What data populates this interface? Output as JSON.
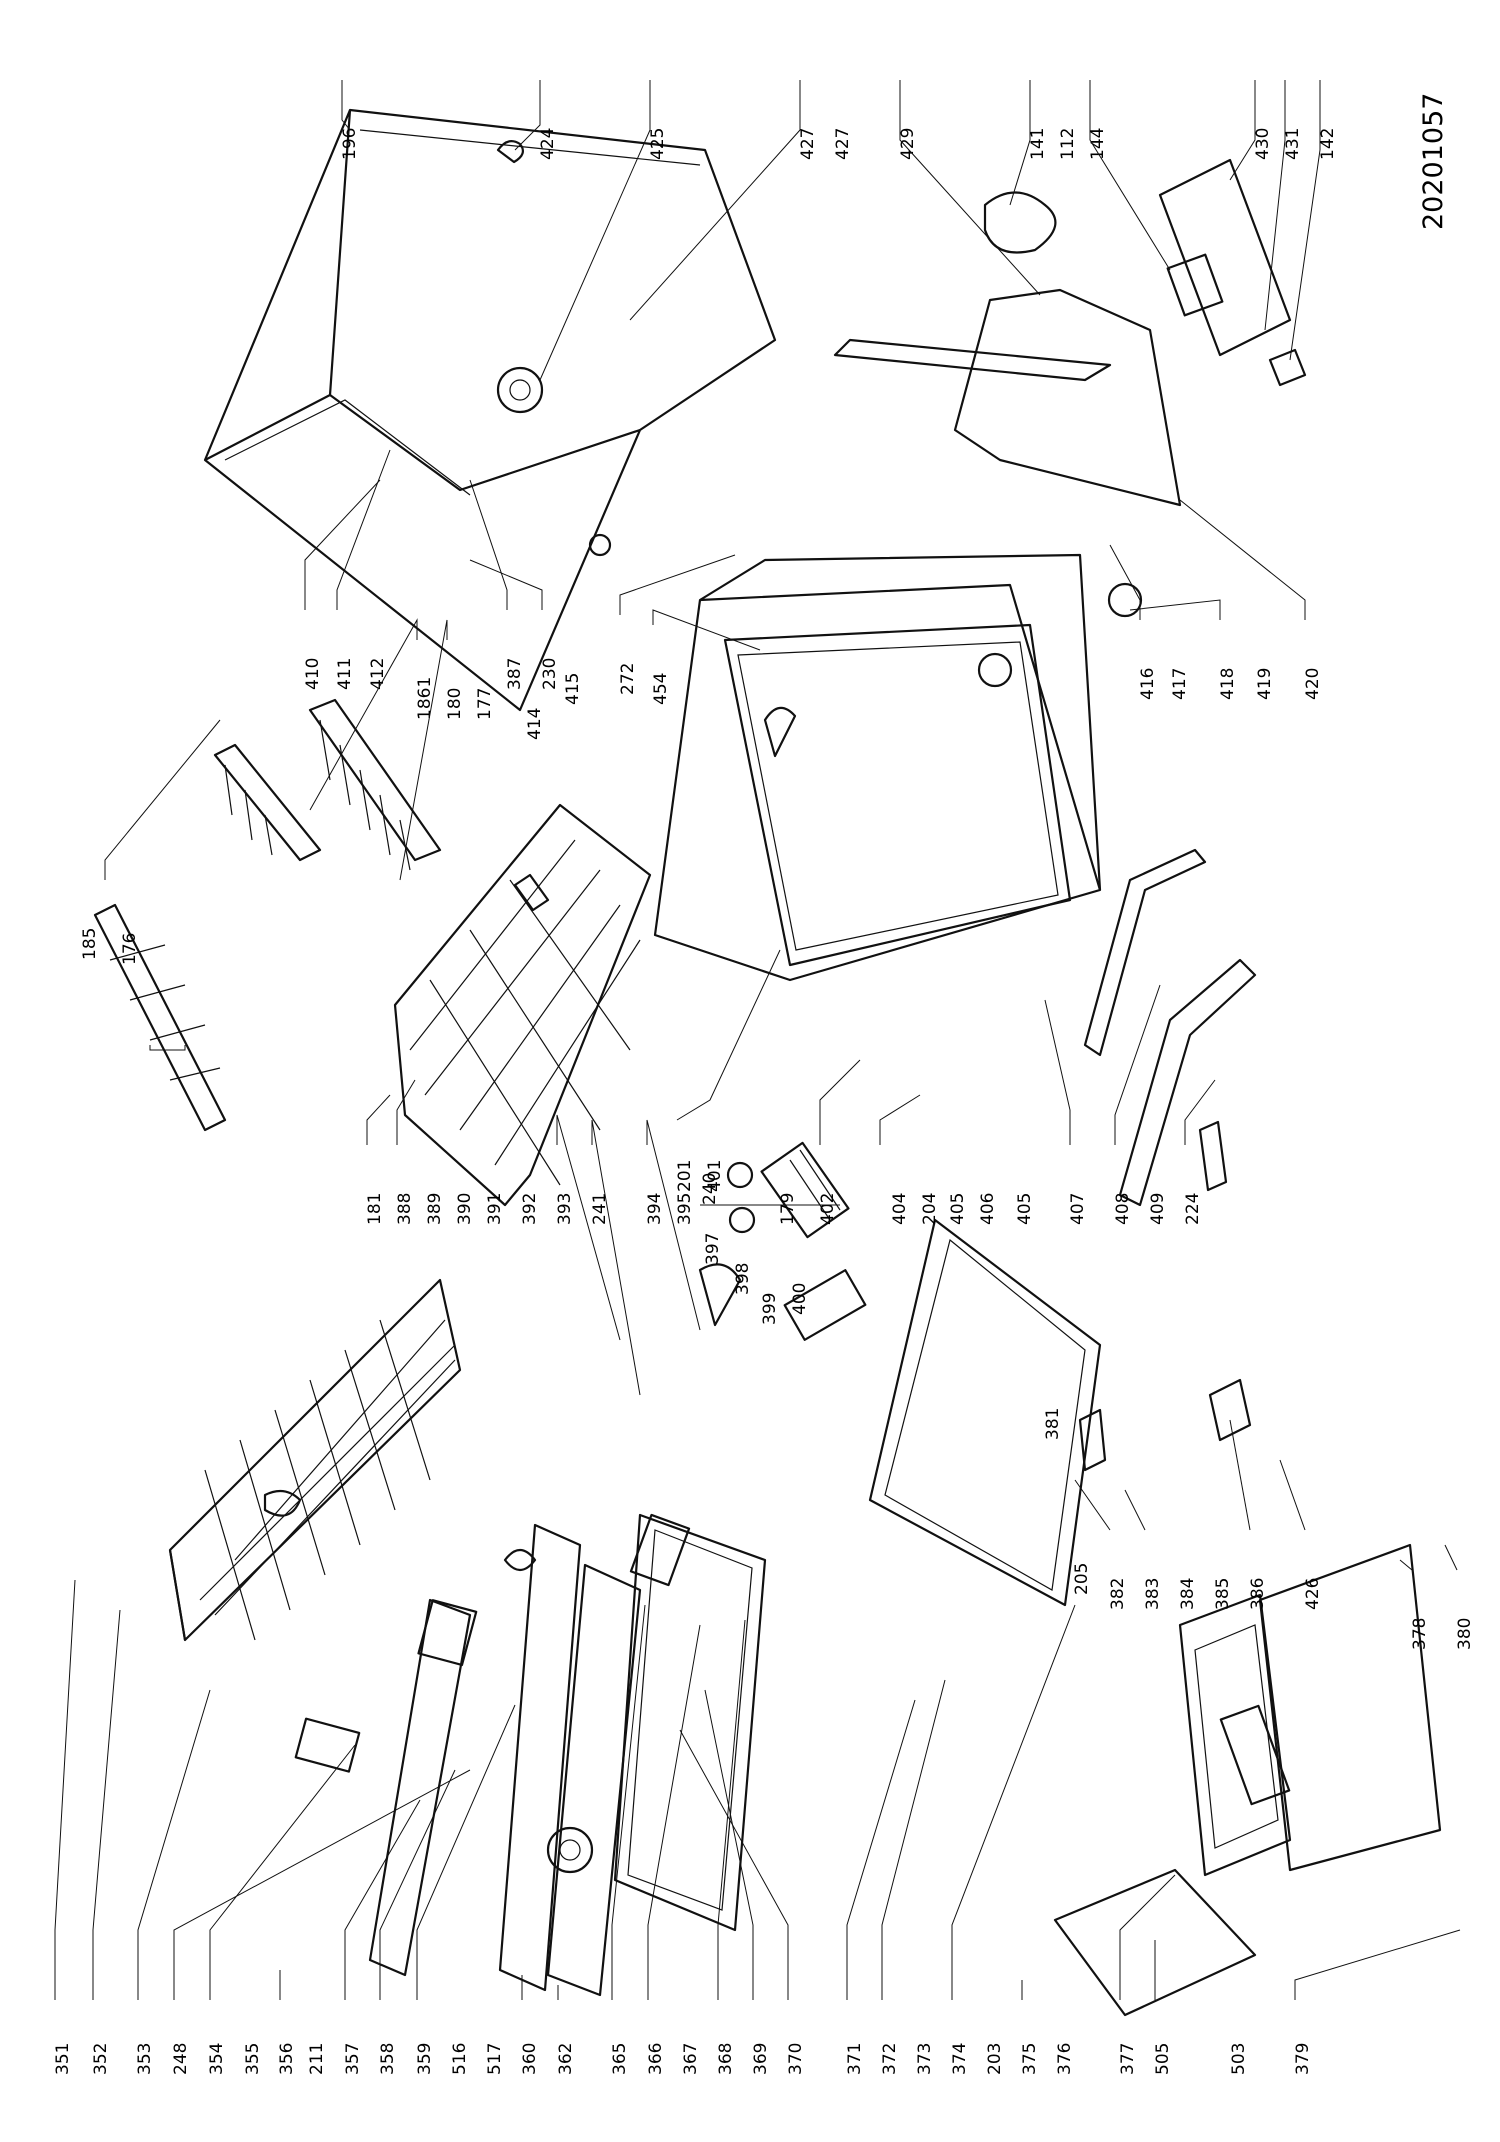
{
  "document_number": "20201057",
  "labels_bottom": [
    "351",
    "352",
    "353",
    "248",
    "354",
    "355",
    "356",
    "211",
    "357",
    "358",
    "359",
    "516",
    "517",
    "360",
    "362",
    "365",
    "366",
    "367",
    "368",
    "369",
    "370",
    "371",
    "372",
    "373",
    "374",
    "203",
    "375",
    "376",
    "377",
    "505",
    "503",
    "379"
  ],
  "labels_middle": [
    "181",
    "388",
    "389",
    "390",
    "391",
    "392",
    "393",
    "241",
    "394",
    "395",
    "397",
    "398",
    "399",
    "400",
    "201",
    "401",
    "179",
    "402",
    "404",
    "204",
    "405",
    "406",
    "405",
    "407",
    "408",
    "409",
    "224",
    "205",
    "381",
    "382",
    "383",
    "384",
    "385",
    "386",
    "426",
    "378",
    "380"
  ],
  "labels_top": [
    "185",
    "176",
    "1861",
    "180",
    "177",
    "414",
    "415",
    "410",
    "411",
    "412",
    "387",
    "230",
    "272",
    "454",
    "416",
    "417",
    "418",
    "419",
    "420",
    "196",
    "424",
    "425",
    "427",
    "427",
    "429",
    "141",
    "112",
    "144",
    "430",
    "431",
    "142"
  ],
  "bracket_240": "240"
}
